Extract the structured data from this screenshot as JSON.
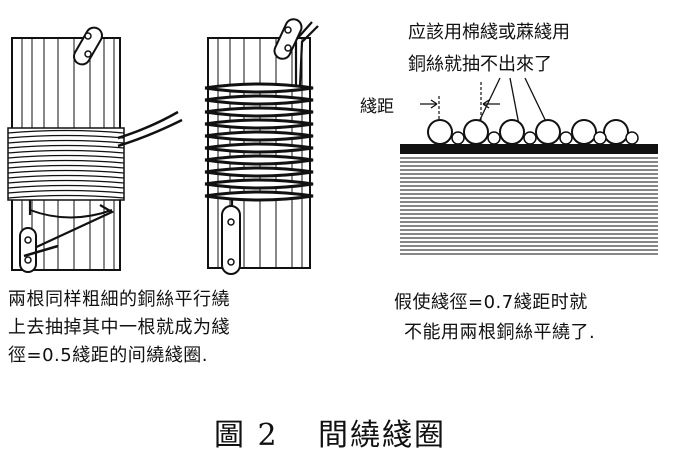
{
  "left_caption": {
    "line1": "兩根同样粗細的銅絲平行繞",
    "line2": "上去抽掉其中一根就成为綫",
    "line3": "徑=0.5綫距的间繞綫圈."
  },
  "right_annotation": {
    "line1": "应該用棉綫或蔴綫用",
    "line2": "銅絲就抽不出來了",
    "pitch_label": "綫距"
  },
  "right_caption": {
    "line1": "假使綫徑=0.7綫距时就",
    "line2": "不能用兩根銅絲平繞了."
  },
  "figure_title": {
    "number": "圖 2",
    "name": "間繞綫圈"
  }
}
